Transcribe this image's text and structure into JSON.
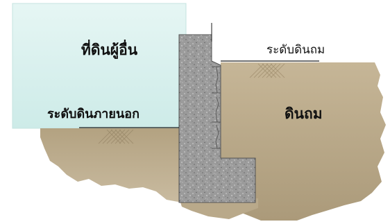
{
  "labels": {
    "neighbor_land": "ที่ดินผู้อื่น",
    "fill_level": "ระดับดินถม",
    "outside_level": "ระดับดินภายนอก",
    "fill_soil": "ดินถม"
  },
  "colors": {
    "neighbor_area": "#d8f0ee",
    "soil": "#b8a88a",
    "soil_dark": "#9e8b6a",
    "concrete": "#9a9a9a",
    "ground_line": "#1a1a1a",
    "text": "#111111"
  }
}
